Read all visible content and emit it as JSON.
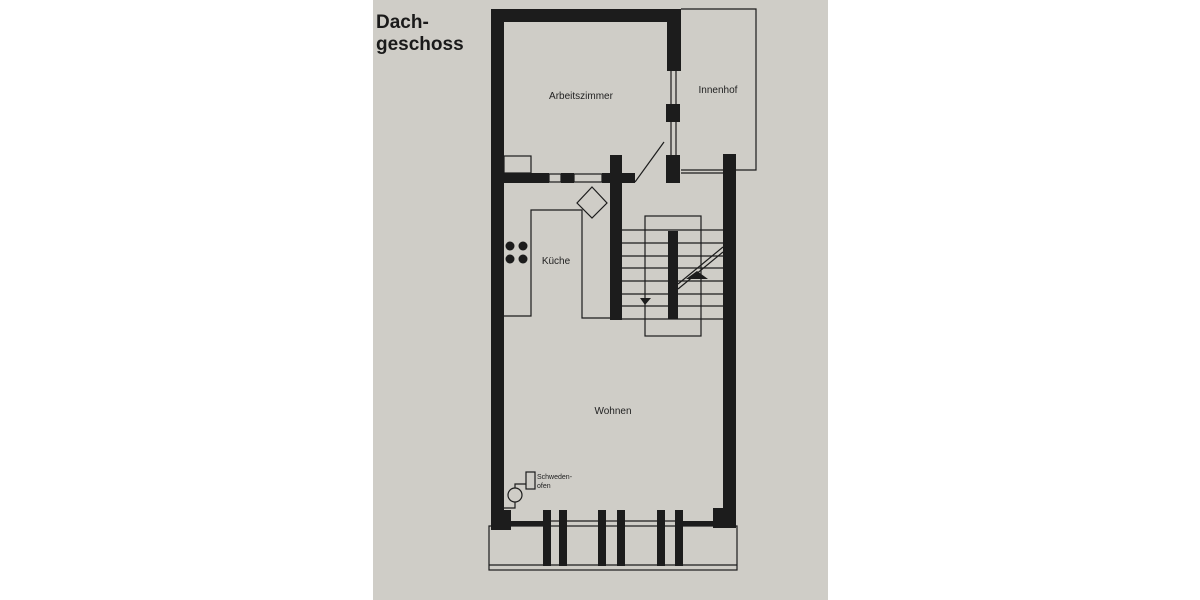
{
  "plan": {
    "title_line1": "Dach-",
    "title_line2": "geschoss",
    "rooms": {
      "arbeitszimmer": "Arbeitszimmer",
      "innenhof": "Innenhof",
      "kueche": "Küche",
      "wohnen": "Wohnen",
      "schwedenofen_line1": "Schweden-",
      "schwedenofen_line2": "ofen"
    }
  },
  "colors": {
    "background": "#ffffff",
    "paper": "#cfcdc7",
    "wall": "#1c1c1c"
  }
}
